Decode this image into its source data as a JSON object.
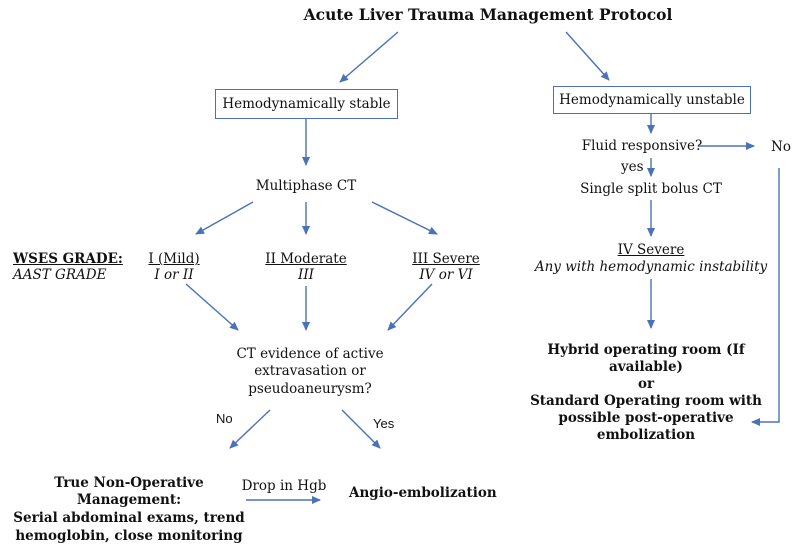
{
  "title": "Acute Liver Trauma Management Protocol",
  "stable": {
    "box_label": "Hemodynamically stable",
    "multiphase": "Multiphase CT",
    "wses_label": "WSES GRADE:",
    "aast_label": "AAST GRADE",
    "grade1_wses": "I (Mild)",
    "grade1_aast": "I or II",
    "grade2_wses": "II Moderate",
    "grade2_aast": "III",
    "grade3_wses": "III Severe",
    "grade3_aast": "IV or VI",
    "ct_evidence": [
      "CT evidence of active",
      "extravasation or",
      "pseudoaneurysm?"
    ],
    "no_label": "No",
    "yes_label": "Yes",
    "nom_title": [
      "True Non-Operative",
      "Management:"
    ],
    "nom_detail": [
      "Serial abdominal exams, trend",
      "hemoglobin, close monitoring"
    ],
    "drop_label": "Drop in Hgb",
    "angio": "Angio-embolization"
  },
  "unstable": {
    "box_label": "Hemodynamically unstable",
    "fluid": "Fluid responsive?",
    "no_label": "No",
    "yes_label": "yes",
    "split_ct": "Single split bolus CT",
    "grade4_wses": "IV  Severe",
    "grade4_note": "Any with hemodynamic instability",
    "or_text": [
      "Hybrid operating room (If",
      "available)",
      "or",
      "Standard Operating room with",
      "possible post-operative",
      "embolization"
    ]
  },
  "colors": {
    "arrow": "#4a72b8",
    "text": "#111111"
  }
}
